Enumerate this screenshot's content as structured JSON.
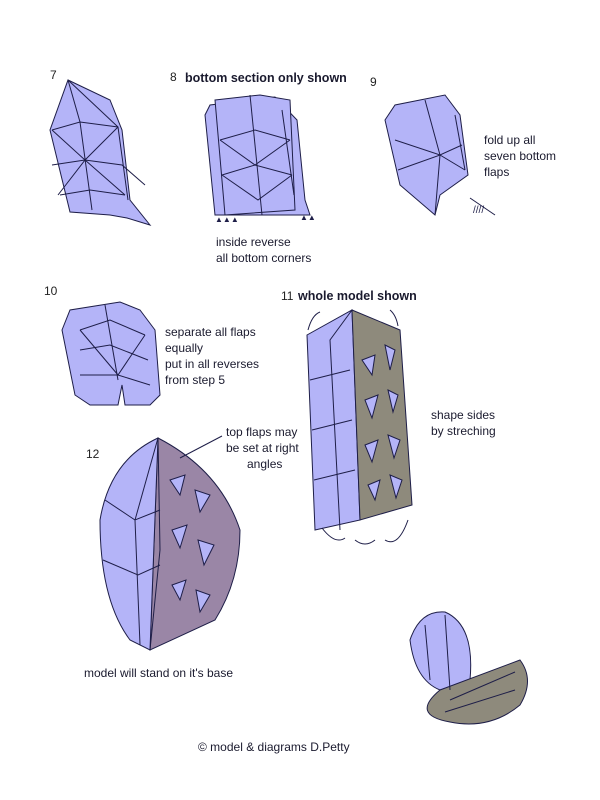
{
  "steps": [
    {
      "number": "7"
    },
    {
      "number": "8",
      "heading": "bottom section only shown",
      "note": [
        "inside reverse",
        "all bottom corners"
      ]
    },
    {
      "number": "9",
      "note": [
        "fold up all",
        "seven bottom",
        "flaps"
      ]
    },
    {
      "number": "10",
      "note": [
        "separate all flaps",
        "equally",
        "put in all reverses",
        "from step 5"
      ]
    },
    {
      "number": "11",
      "heading": "whole model shown",
      "note": [
        "shape sides",
        "by streching"
      ]
    },
    {
      "number": "12",
      "note": [
        "top flaps may",
        "be set at right",
        "angles"
      ],
      "caption": "model will stand on it's base"
    }
  ],
  "credit": "© model & diagrams D.Petty",
  "colors": {
    "paper": "#b4b4f8",
    "reverse": "#8e8a7c",
    "line": "#1e1e48"
  }
}
